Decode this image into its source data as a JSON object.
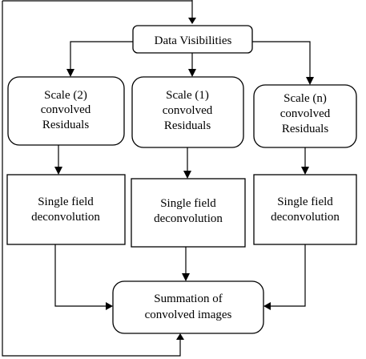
{
  "nodes": {
    "data_visibilities": {
      "lines": [
        "Data Visibilities"
      ]
    },
    "scale_2": {
      "lines": [
        "Scale (2)",
        "convolved",
        "Residuals"
      ]
    },
    "scale_1": {
      "lines": [
        "Scale (1)",
        "convolved",
        "Residuals"
      ]
    },
    "scale_n": {
      "lines": [
        "Scale (n)",
        "convolved",
        "Residuals"
      ]
    },
    "deconv_left": {
      "lines": [
        "Single field",
        "deconvolution"
      ]
    },
    "deconv_mid": {
      "lines": [
        "Single field",
        "deconvolution"
      ]
    },
    "deconv_right": {
      "lines": [
        "Single field",
        "deconvolution"
      ]
    },
    "summation": {
      "lines": [
        "Summation of",
        "convolved images"
      ]
    }
  }
}
